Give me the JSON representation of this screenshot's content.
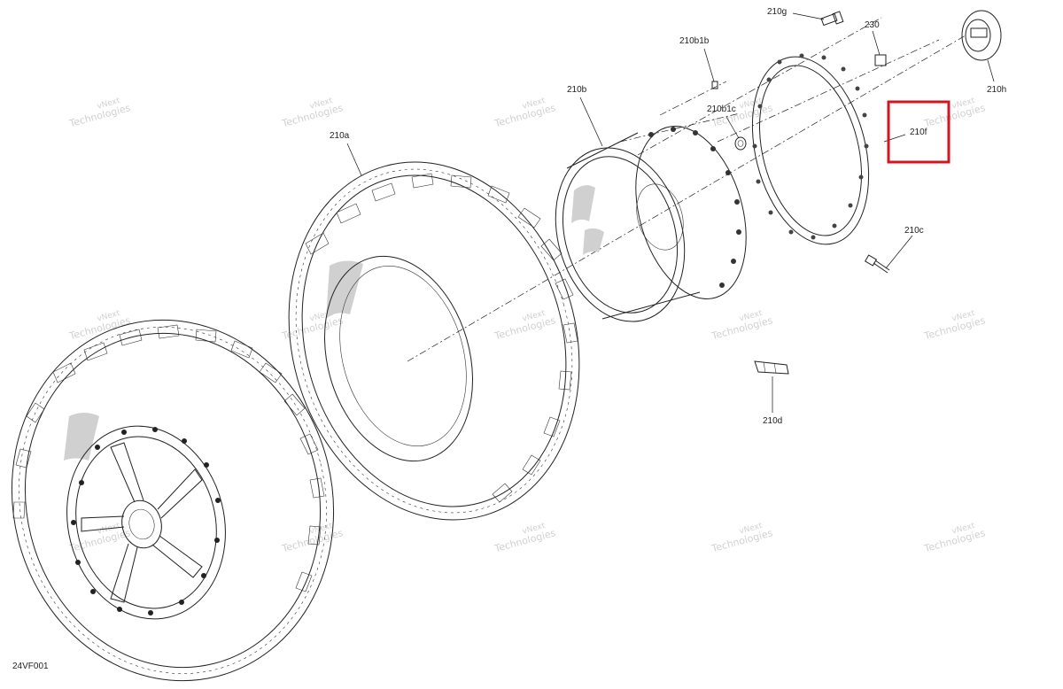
{
  "callouts": {
    "c210g": "210g",
    "c230": "230",
    "c210b1b": "210b1b",
    "c210h": "210h",
    "c210b": "210b",
    "c210b1c": "210b1c",
    "c210f": "210f",
    "c210a": "210a",
    "c210c": "210c",
    "c210d": "210d"
  },
  "figure_code": "24VF001",
  "watermark": {
    "line1": "vNext",
    "line2": "Technologies"
  },
  "highlight": {
    "target": "210f",
    "color": "#d4141e"
  }
}
